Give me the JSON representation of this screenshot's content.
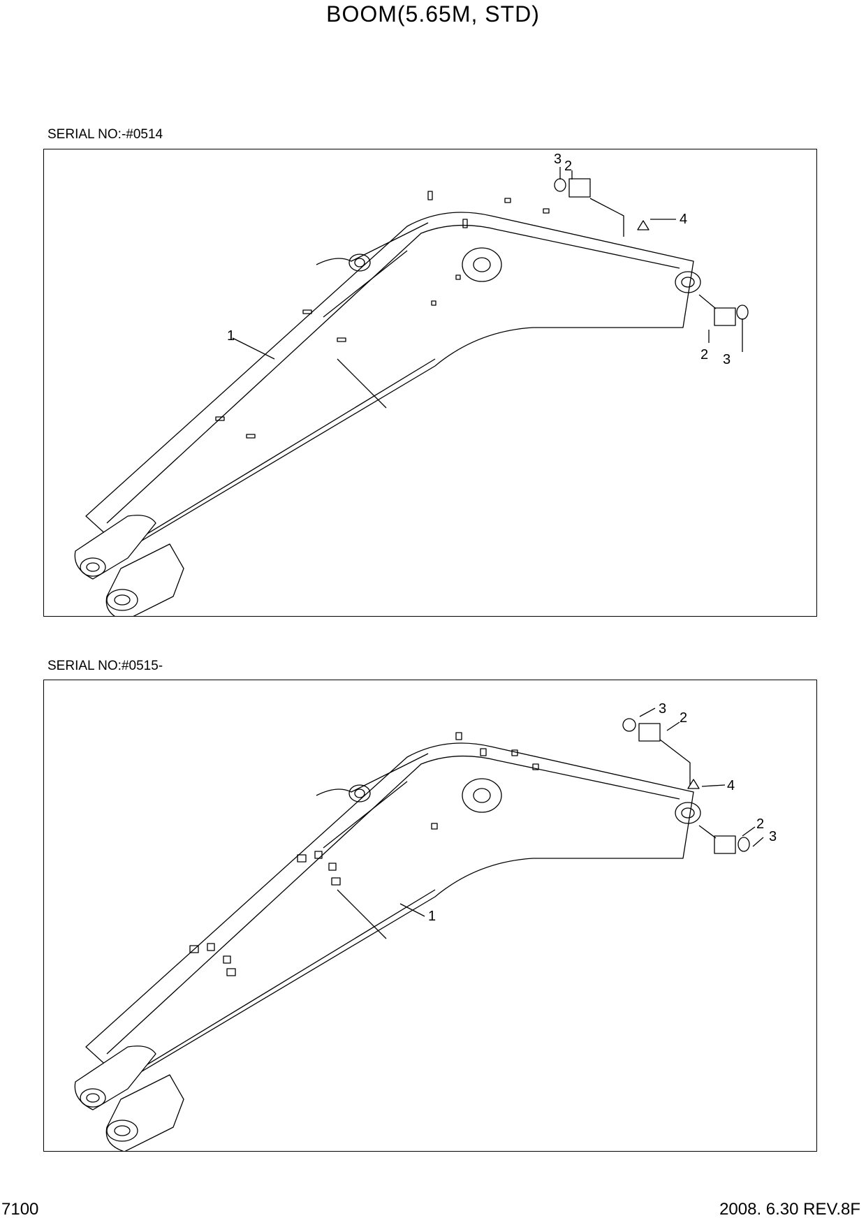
{
  "page_title": "BOOM(5.65M, STD)",
  "panels": [
    {
      "serial_label": "SERIAL NO:-#0514",
      "callouts": {
        "part1": "1",
        "part2_top": "2",
        "part3_top": "3",
        "part4": "4",
        "part2_bottom": "2",
        "part3_bottom": "3"
      }
    },
    {
      "serial_label": "SERIAL NO:#0515-",
      "callouts": {
        "part1": "1",
        "part2_top": "2",
        "part3_top": "3",
        "part4": "4",
        "part2_bottom": "2",
        "part3_bottom": "3"
      }
    }
  ],
  "footer": {
    "page_number": "7100",
    "revision": "2008. 6.30  REV.8F"
  }
}
